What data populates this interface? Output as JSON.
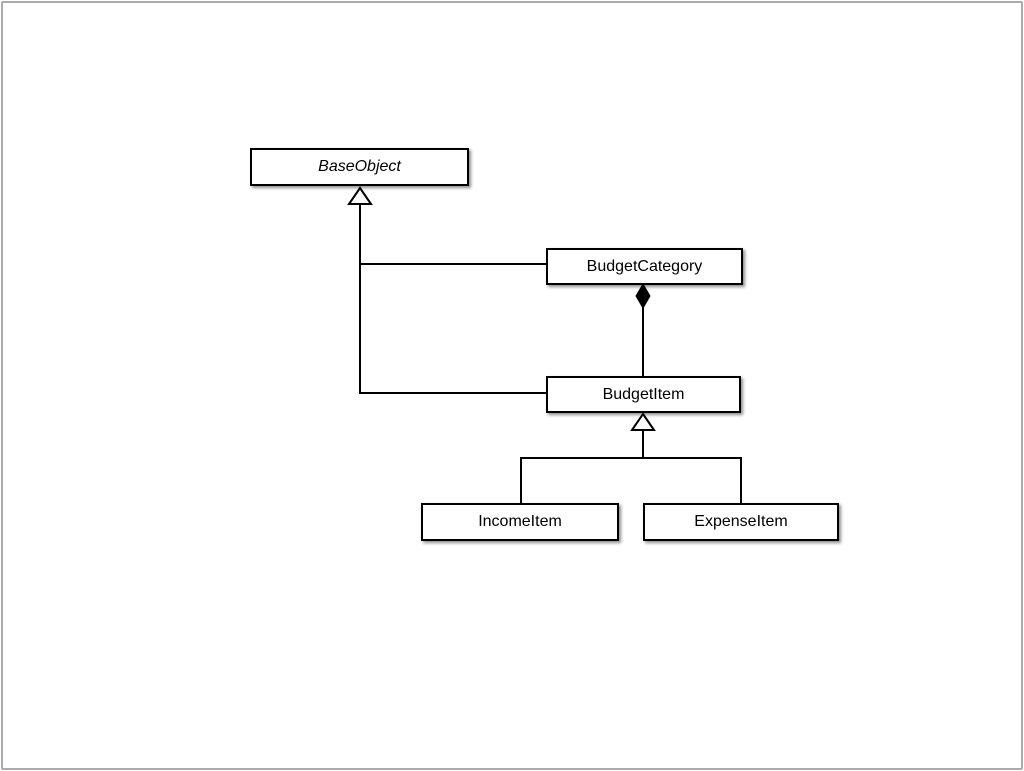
{
  "diagram": {
    "kind": "uml-class-diagram",
    "nodes": [
      {
        "id": "BaseObject",
        "label": "BaseObject",
        "abstract": true
      },
      {
        "id": "BudgetCategory",
        "label": "BudgetCategory",
        "abstract": false
      },
      {
        "id": "BudgetItem",
        "label": "BudgetItem",
        "abstract": false
      },
      {
        "id": "IncomeItem",
        "label": "IncomeItem",
        "abstract": false
      },
      {
        "id": "ExpenseItem",
        "label": "ExpenseItem",
        "abstract": false
      }
    ],
    "edges": [
      {
        "from": "BudgetCategory",
        "to": "BaseObject",
        "type": "generalization"
      },
      {
        "from": "BudgetItem",
        "to": "BaseObject",
        "type": "generalization"
      },
      {
        "from": "BudgetCategory",
        "to": "BudgetItem",
        "type": "composition"
      },
      {
        "from": "IncomeItem",
        "to": "BudgetItem",
        "type": "generalization"
      },
      {
        "from": "ExpenseItem",
        "to": "BudgetItem",
        "type": "generalization"
      }
    ],
    "colors": {
      "line": "#000000",
      "box_fill": "#ffffff",
      "box_border": "#000000",
      "box_shadow": "#777777",
      "page_background": "#ffffff",
      "page_border": "#ababab"
    }
  }
}
